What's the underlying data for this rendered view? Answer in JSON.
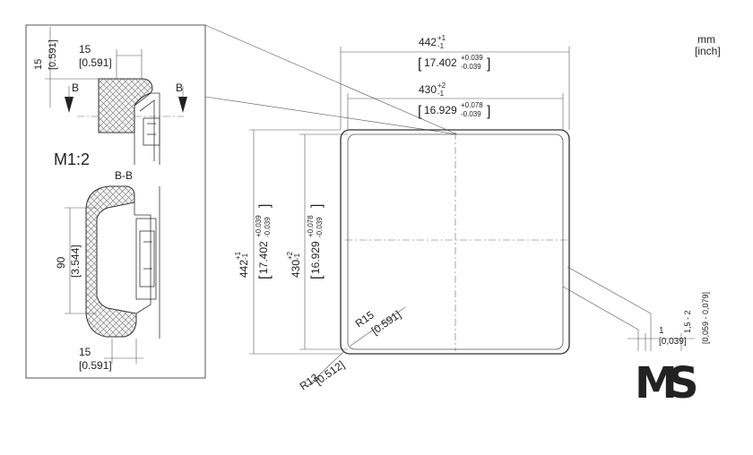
{
  "units": {
    "primary": "mm",
    "secondary": "[inch]"
  },
  "detail": {
    "scale": "M1:2",
    "section_label": "B-B",
    "cut_letter_left": "B",
    "cut_letter_right": "B",
    "dim_top_width_mm": "15",
    "dim_top_width_in": "[0.591]",
    "dim_side_mm": "15",
    "dim_side_in": "[0.591]",
    "dim_height_mm": "90",
    "dim_height_in": "[3.544]",
    "dim_bottom_mm": "15",
    "dim_bottom_in": "[0.591]"
  },
  "main": {
    "outer_mm": "442",
    "outer_mm_tol_upper": "+1",
    "outer_mm_tol_lower": "-1",
    "outer_in": "17.402",
    "outer_in_tol_upper": "+0.039",
    "outer_in_tol_lower": "-0.039",
    "inner_mm": "430",
    "inner_mm_tol_upper": "+2",
    "inner_mm_tol_lower": "-1",
    "inner_in": "16.929",
    "inner_in_tol_upper": "+0.078",
    "inner_in_tol_lower": "-0.039",
    "r15_mm": "R15",
    "r15_in": "[0.591]",
    "r13_mm": "R13",
    "r13_in": "[0.512]",
    "edge_1_mm": "1",
    "edge_1_in": "[0,039]",
    "edge_range_mm": "1,5 - 2",
    "edge_range_in": "[0,059 - 0,079]"
  },
  "logo": {
    "text_m": "M",
    "text_s": "S",
    "colors": {
      "m": "#3cc43c",
      "s": "#1c1c2e"
    }
  }
}
